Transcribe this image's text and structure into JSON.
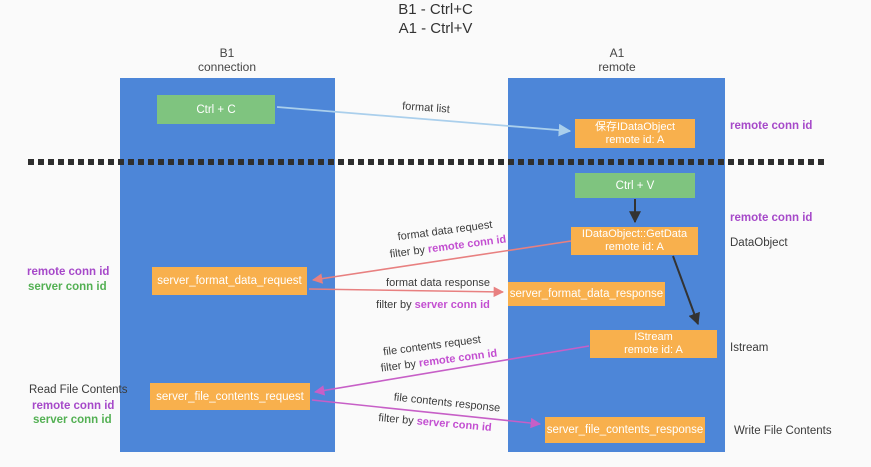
{
  "title": {
    "line1": "B1 - Ctrl+C",
    "line2": "A1 - Ctrl+V"
  },
  "lanes": {
    "left": {
      "header_line1": "B1",
      "header_line2": "connection"
    },
    "right": {
      "header_line1": "A1",
      "header_line2": "remote"
    }
  },
  "boxes": {
    "ctrl_c": {
      "label": "Ctrl + C"
    },
    "ctrl_v": {
      "label": "Ctrl + V"
    },
    "save_dataobject": {
      "line1": "保存IDataObject",
      "line2": "remote id: A"
    },
    "getdata": {
      "line1": "IDataObject::GetData",
      "line2": "remote id: A"
    },
    "istream": {
      "line1": "IStream",
      "line2": "remote id: A"
    },
    "server_format_data_request": {
      "label": "server_format_data_request"
    },
    "server_format_data_response": {
      "label": "server_format_data_response"
    },
    "server_file_contents_request": {
      "label": "server_file_contents_request"
    },
    "server_file_contents_response": {
      "label": "server_file_contents_response"
    }
  },
  "left_annotations": {
    "remote_conn_id_format": "remote conn id",
    "server_conn_id_format": "server conn id",
    "read_file_contents": "Read File Contents",
    "remote_conn_id_file": "remote conn id",
    "server_conn_id_file": "server conn id"
  },
  "right_annotations": {
    "remote_conn_id_top": "remote conn id",
    "remote_conn_id_mid": "remote conn id",
    "dataobject": "DataObject",
    "istream": "Istream",
    "write_file_contents": "Write File Contents"
  },
  "flow_labels": {
    "format_list": "format list",
    "format_data_request": "format data request",
    "format_data_request_filter_prefix": "filter by ",
    "format_data_request_filter_key": "remote conn id",
    "format_data_response": "format data response",
    "format_data_response_filter_prefix": "filter by ",
    "format_data_response_filter_key": "server conn id",
    "file_contents_request": "file contents request",
    "file_contents_request_filter_prefix": "filter by ",
    "file_contents_request_filter_key": "remote conn id",
    "file_contents_response": "file contents response",
    "file_contents_response_filter_prefix": "filter by ",
    "file_contents_response_filter_key": "server conn id"
  },
  "colors": {
    "background": "#fafafa",
    "lane_blue": "#4d86d8",
    "box_green": "#7fc47f",
    "box_orange": "#f8b04d",
    "arrow_blue": "#aacfec",
    "arrow_salmon": "#e88080",
    "arrow_magenta": "#c75fc7",
    "arrow_black": "#333333",
    "label_purple": "#a649c9",
    "label_magenta": "#c34fd1",
    "label_green": "#53b053",
    "text_dark": "#3b3b3b",
    "dash": "#2e2e2e"
  }
}
